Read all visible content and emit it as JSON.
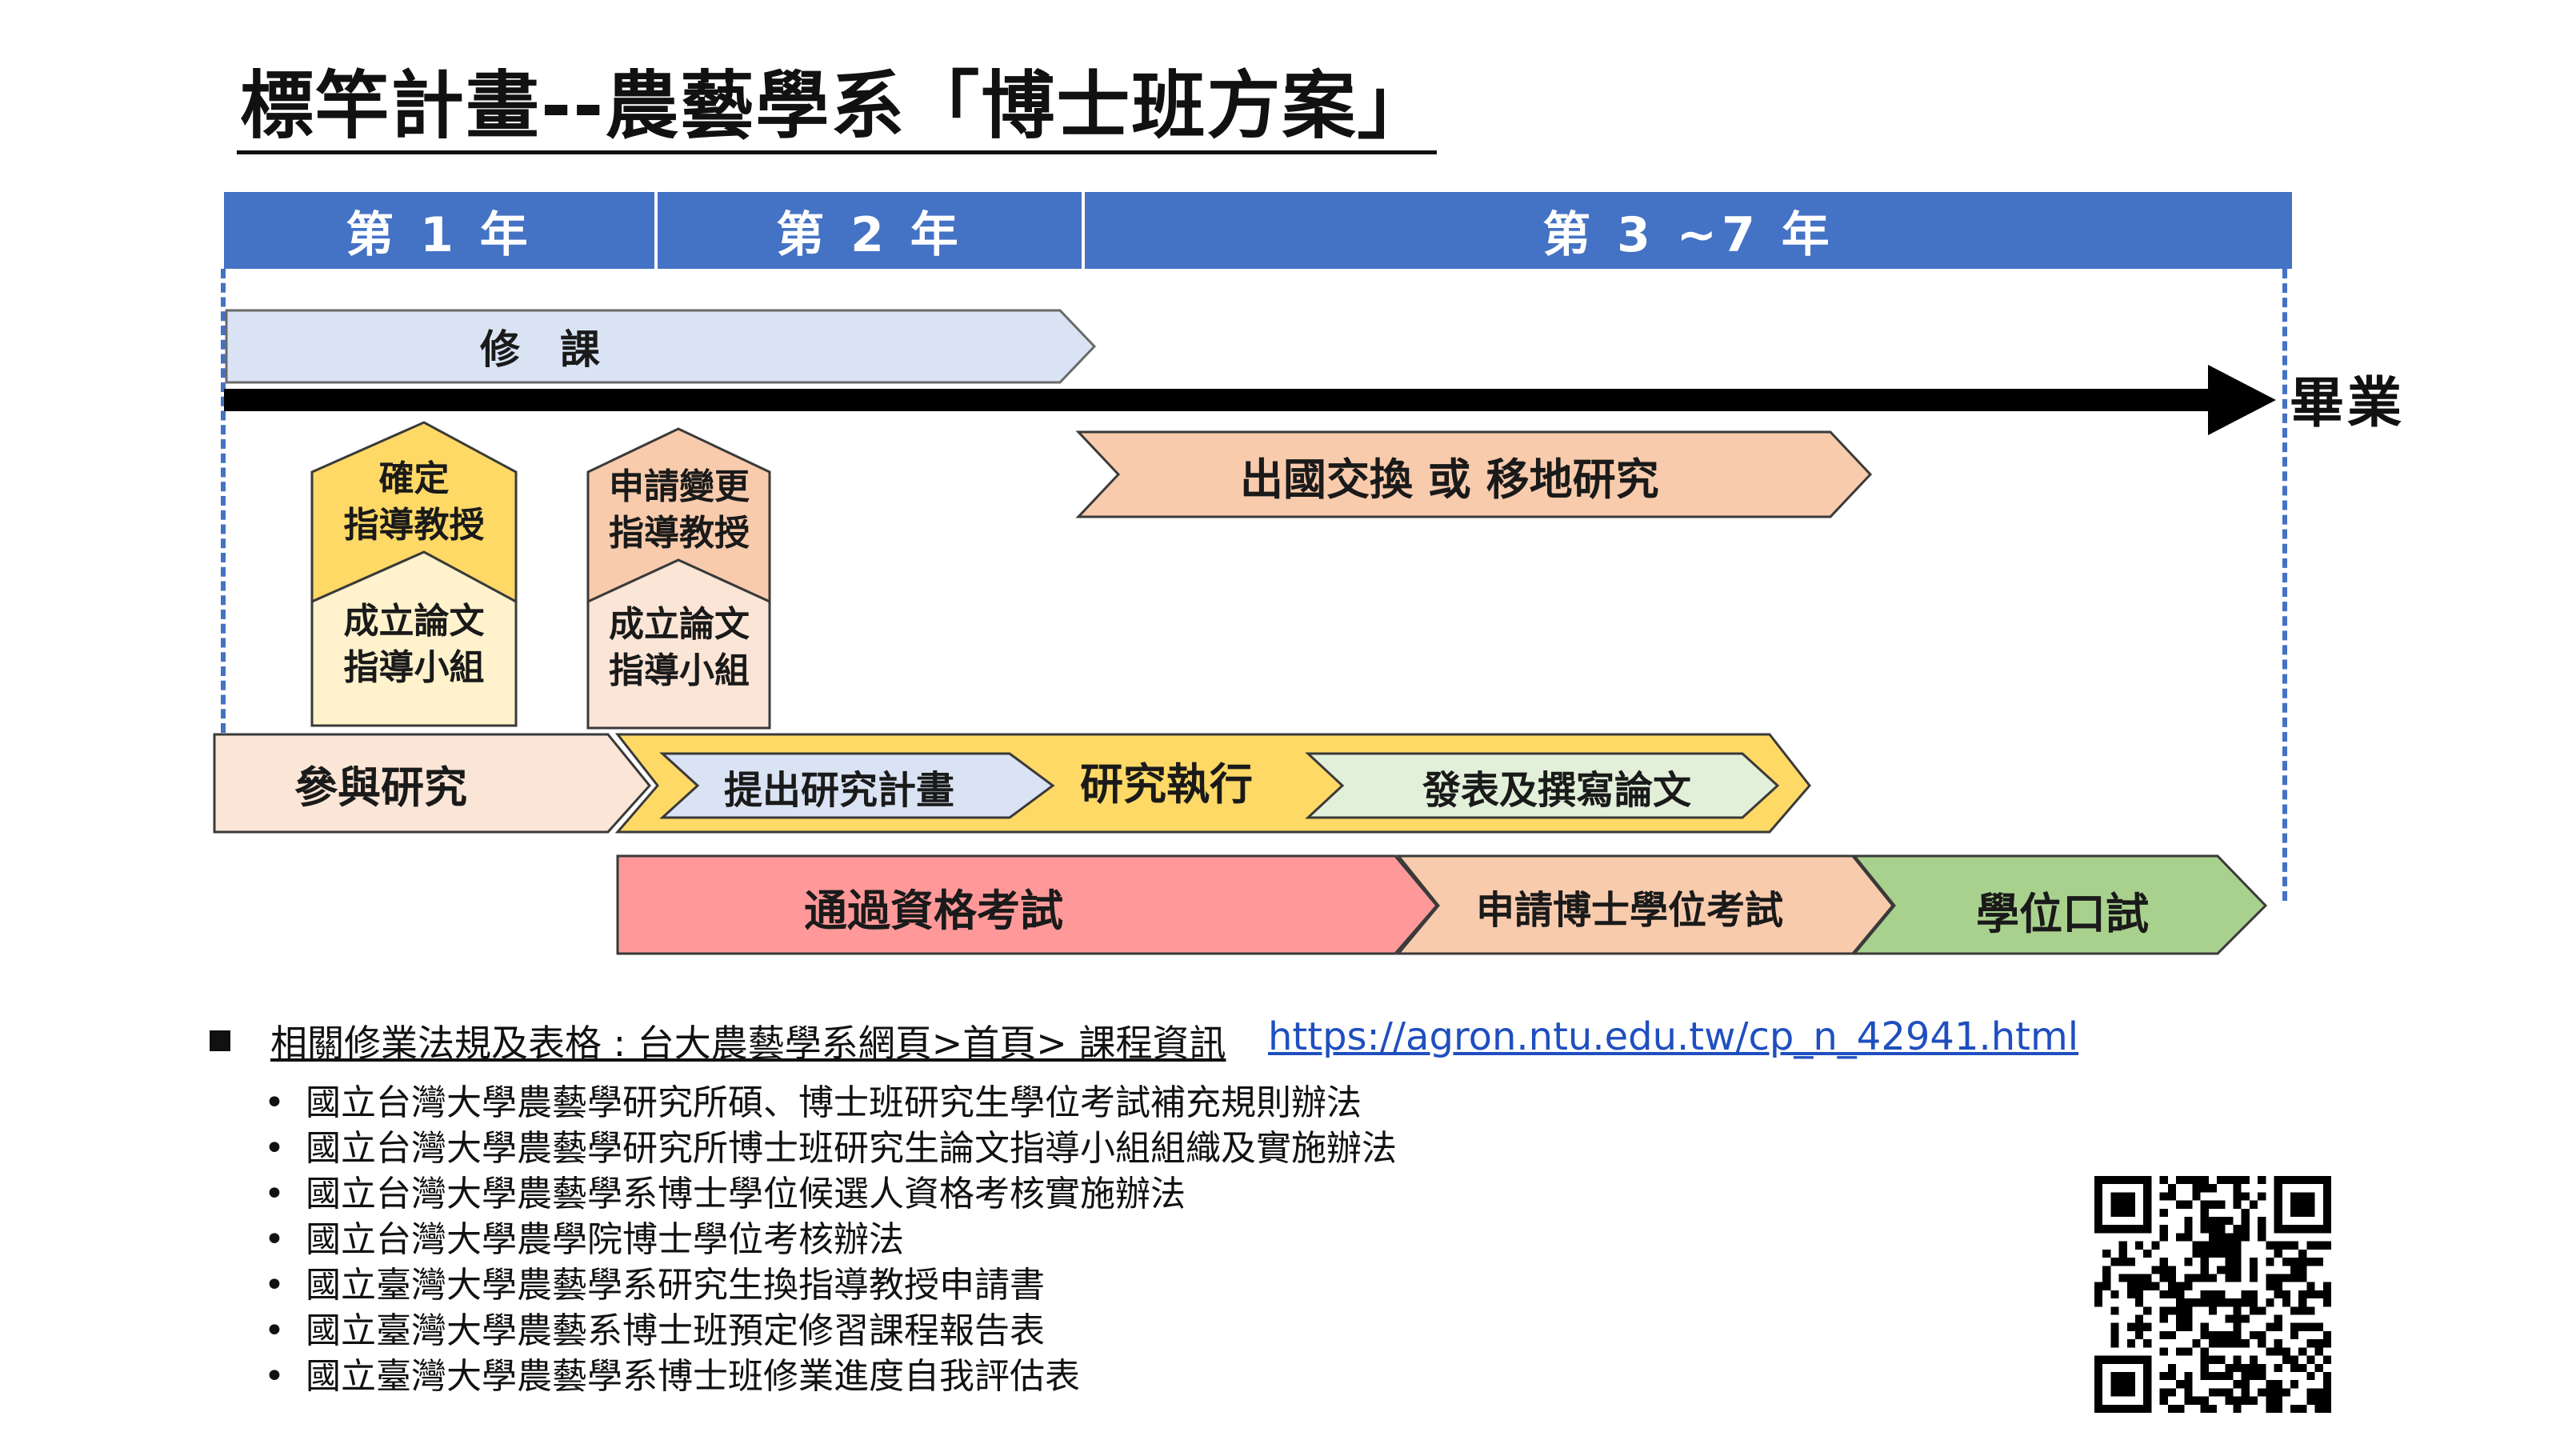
{
  "title": "標竿計畫--農藝學系「博士班方案」",
  "timeline": {
    "years": [
      "第 1 年",
      "第 2 年",
      "第 3 ~7 年"
    ],
    "course": "修　課",
    "graduate": "畢業",
    "exchange": "出國交換 或  移地研究",
    "advisor_confirm": "確定\n指導教授",
    "advisor_change": "申請變更\n指導教授",
    "committee_1": "成立論文\n指導小組",
    "committee_2": "成立論文\n指導小組",
    "research_join": "參與研究",
    "proposal": "提出研究計畫",
    "research_execute": "研究執行",
    "publish": "發表及撰寫論文",
    "qualifying": "通過資格考試",
    "apply_exam": "申請博士學位考試",
    "oral_exam": "學位口試"
  },
  "colors": {
    "year_bar": "#4472C4",
    "course": "#DAE3F3",
    "exchange": "#F8CBAD",
    "advisor": "#FFD966",
    "advisor_light": "#FFF2CC",
    "change": "#F8CBAD",
    "change_light": "#FBE5D6",
    "research_join": "#FBE5D6",
    "execute": "#FFD966",
    "proposal": "#DAE3F3",
    "publish": "#E2F0D9",
    "qualifying": "#FF9999",
    "apply_exam": "#F8CBAD",
    "oral_exam": "#A9D18E"
  },
  "references": {
    "label": "相關修業法規及表格 : 台大農藝學系網頁>首頁> 課程資訊",
    "url": "https://agron.ntu.edu.tw/cp_n_42941.html",
    "items": [
      "國立台灣大學農藝學研究所碩、博士班研究生學位考試補充規則辦法",
      "國立台灣大學農藝學研究所博士班研究生論文指導小組組織及實施辦法",
      "國立台灣大學農藝學系博士學位候選人資格考核實施辦法",
      "國立台灣大學農學院博士學位考核辦法",
      "國立臺灣大學農藝學系研究生換指導教授申請書",
      "國立臺灣大學農藝系博士班預定修習課程報告表",
      "國立臺灣大學農藝學系博士班修業進度自我評估表"
    ]
  },
  "icons": {
    "qr": "qr-code-icon"
  }
}
